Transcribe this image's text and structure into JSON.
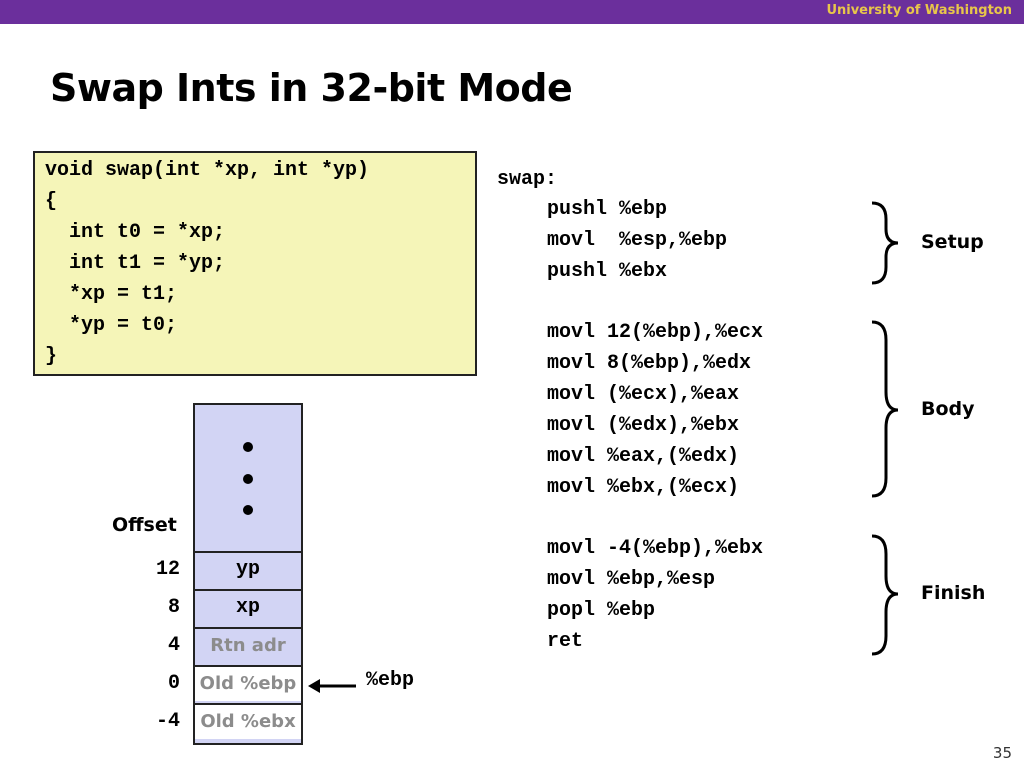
{
  "header": {
    "institution": "University of Washington"
  },
  "slide": {
    "title": "Swap Ints in 32-bit Mode",
    "page_number": "35"
  },
  "c_code": {
    "lines": [
      "void swap(int *xp, int *yp)",
      "{",
      "  int t0 = *xp;",
      "  int t1 = *yp;",
      "  *xp = t1;",
      "  *yp = t0;",
      "}"
    ]
  },
  "asm": {
    "label": "swap:",
    "setup": [
      "pushl %ebp",
      "movl  %esp,%ebp",
      "pushl %ebx"
    ],
    "body": [
      "movl 12(%ebp),%ecx",
      "movl 8(%ebp),%edx",
      "movl (%ecx),%eax",
      "movl (%edx),%ebx",
      "movl %eax,(%edx)",
      "movl %ebx,(%ecx)"
    ],
    "finish": [
      "movl -4(%ebp),%ebx",
      "movl %ebp,%esp",
      "popl %ebp",
      "ret"
    ]
  },
  "sections": {
    "setup": "Setup",
    "body": "Body",
    "finish": "Finish"
  },
  "stack": {
    "offset_label": "Offset",
    "cells": [
      {
        "offset": "12",
        "label": "yp"
      },
      {
        "offset": "8",
        "label": "xp"
      },
      {
        "offset": "4",
        "label": "Rtn adr"
      },
      {
        "offset": "0",
        "label": "Old %ebp"
      },
      {
        "offset": "-4",
        "label": "Old %ebx"
      }
    ],
    "pointer_label": "%ebp"
  },
  "colors": {
    "topbar": "#6b2f9c",
    "institution_text": "#e8c64a",
    "code_box": "#f5f5b8",
    "stack_fill": "#d2d4f4",
    "gray_text": "#8c8c8c"
  }
}
